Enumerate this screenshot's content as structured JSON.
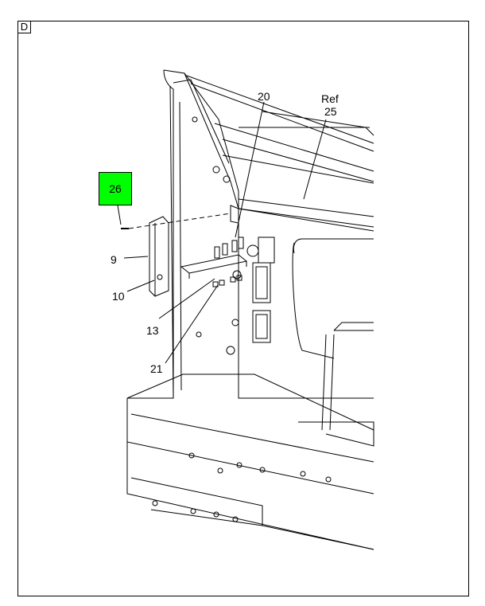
{
  "view_label": "D",
  "highlight_color": "#00ff00",
  "callouts": {
    "c26": "26",
    "c20": "20",
    "ref": "Ref",
    "c25": "25",
    "c9": "9",
    "c10": "10",
    "c13": "13",
    "c21": "21"
  }
}
